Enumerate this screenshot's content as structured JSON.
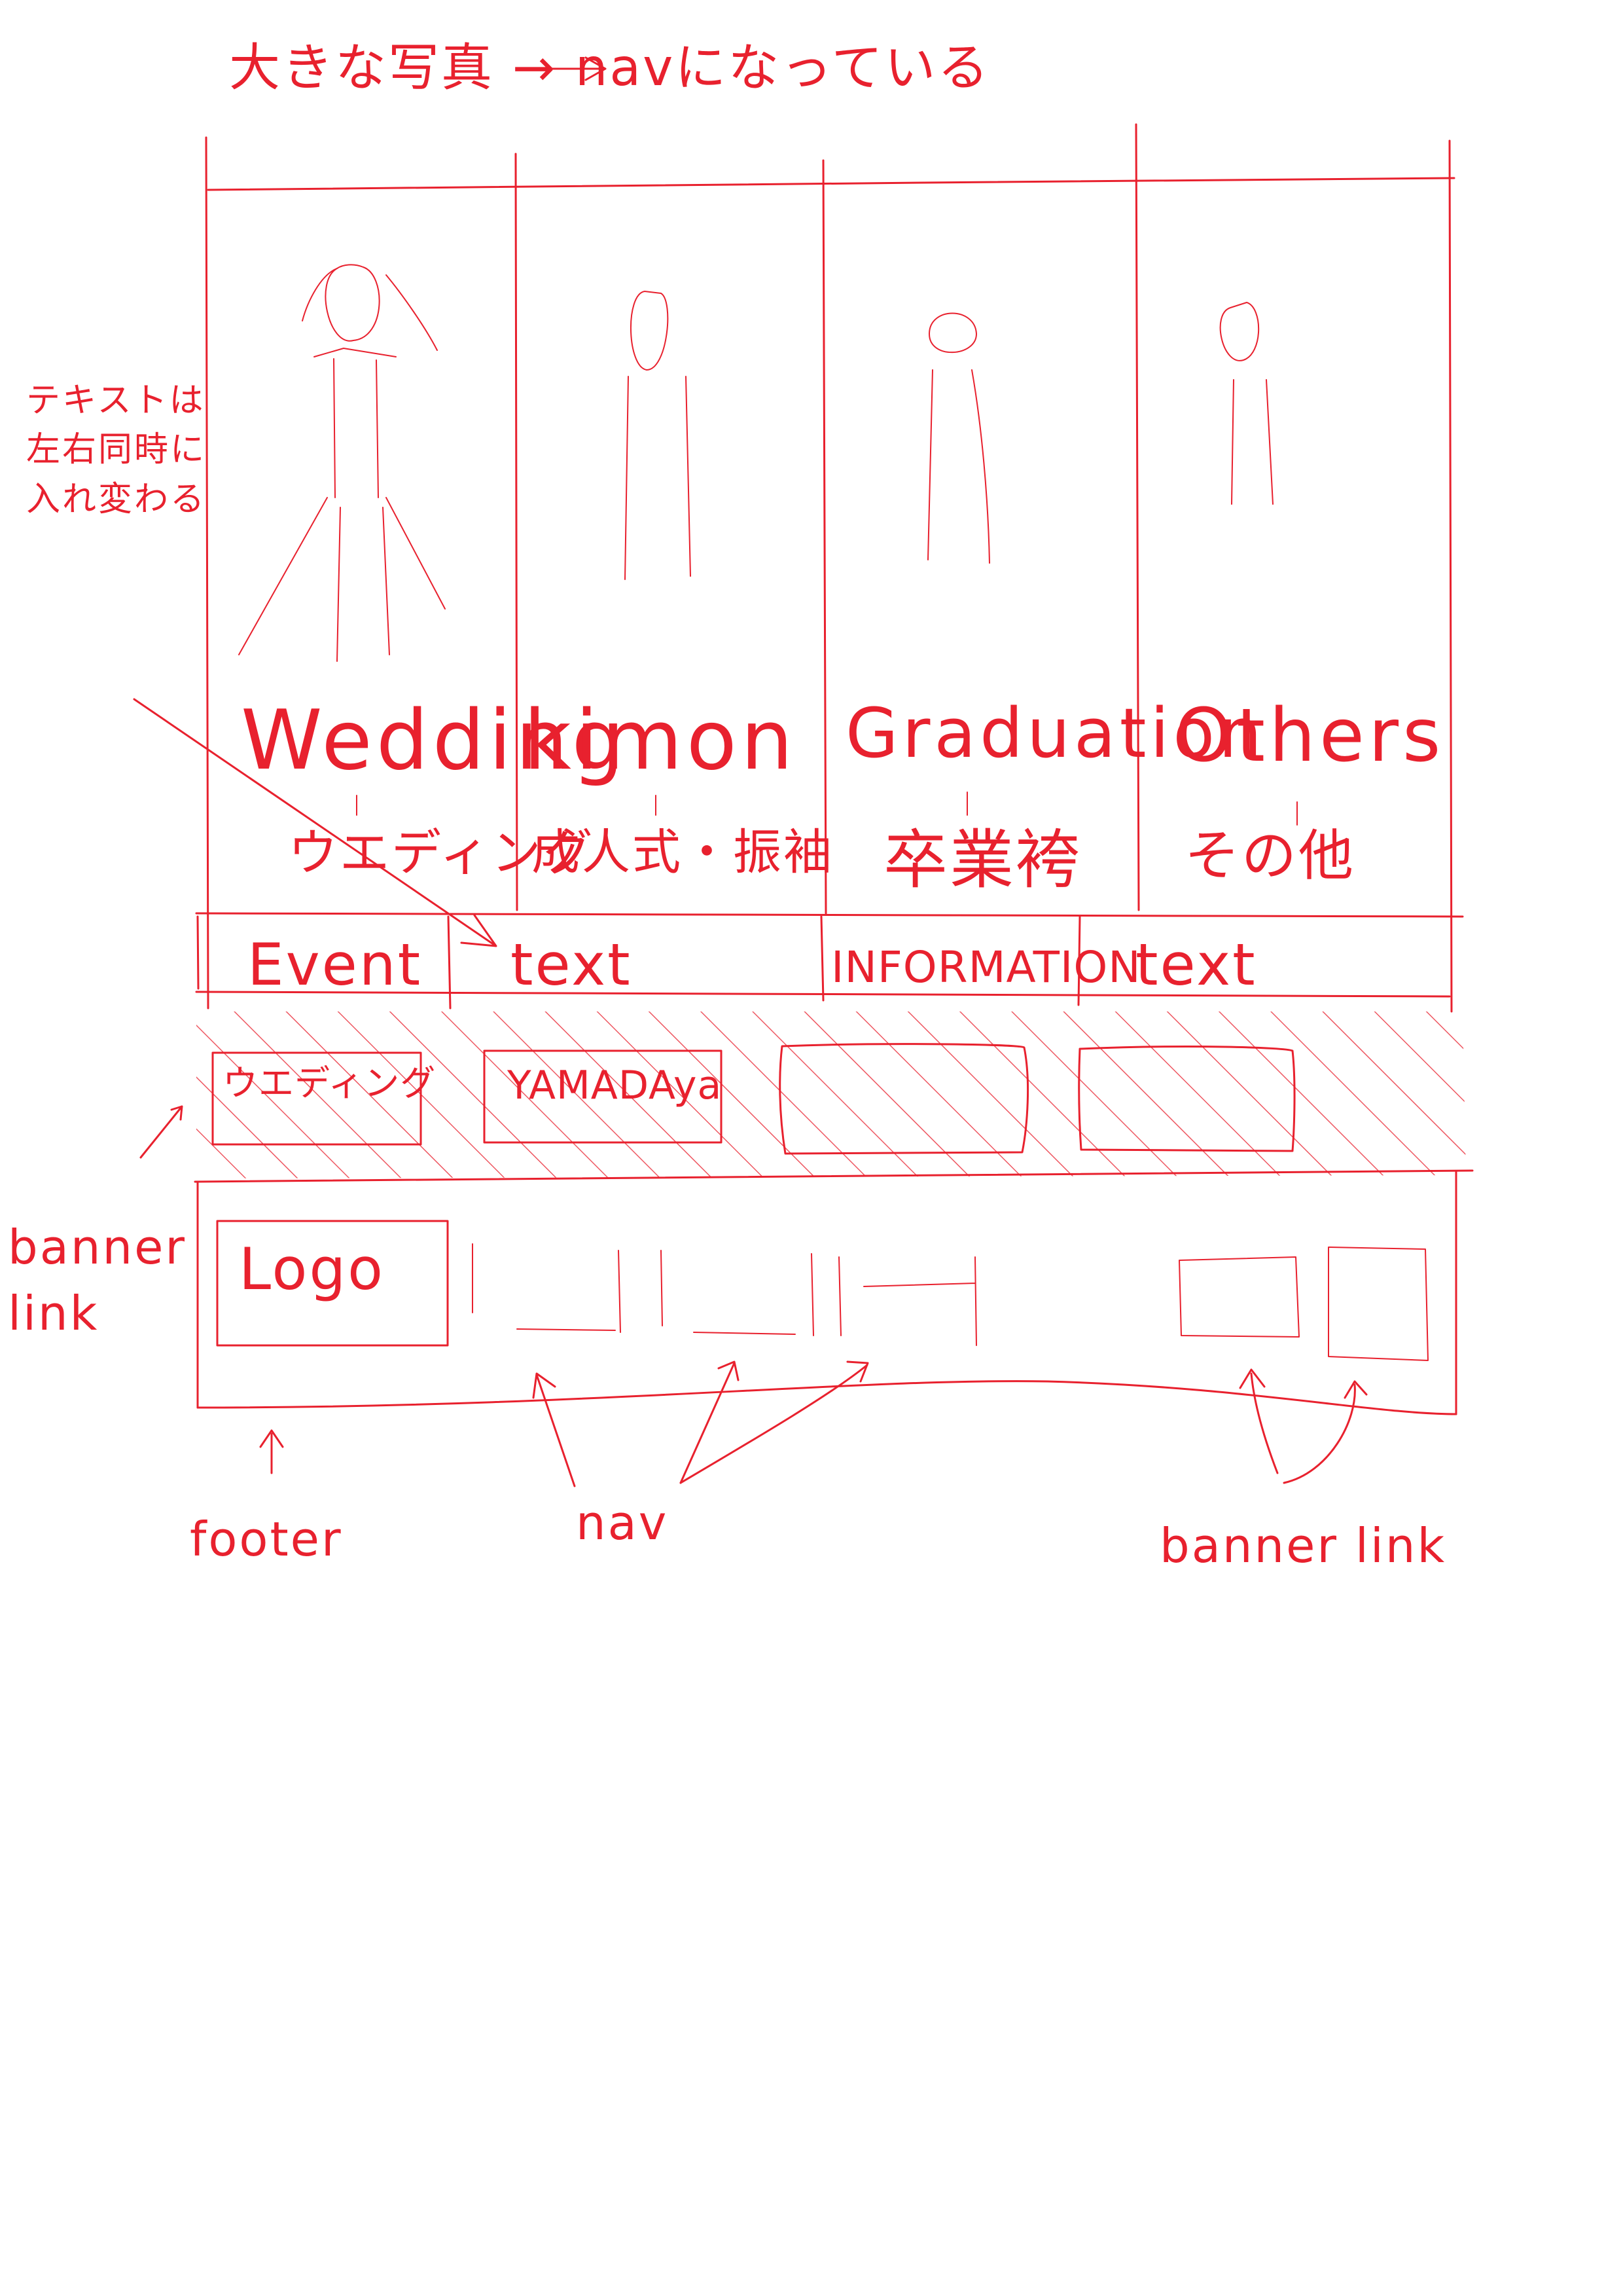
{
  "header_note": "大きな写真 → navになっている",
  "side_note": "テキストは左右同時に入れ変わる",
  "nav_panels": [
    {
      "en": "Wedding",
      "ja": "ウエディング"
    },
    {
      "en": "kimon",
      "ja": "成人式・振袖"
    },
    {
      "en": "Graduation",
      "ja": "卒業袴"
    },
    {
      "en": "Others",
      "ja": "その他"
    }
  ],
  "info_bar": {
    "event_label": "Event",
    "event_text": "text",
    "information_label": "INFORMATION",
    "information_text": "text"
  },
  "banners": [
    "ウエディング",
    "YAMADAya",
    "",
    ""
  ],
  "footer": {
    "logo": "Logo"
  },
  "annotations": {
    "banner_link_left": "banner link",
    "footer": "footer",
    "nav": "nav",
    "banner_link_right": "banner link"
  }
}
